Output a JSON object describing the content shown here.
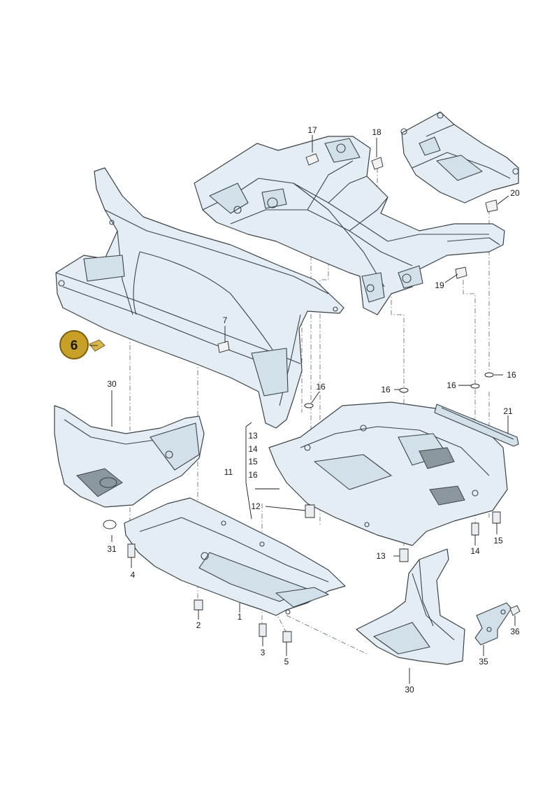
{
  "callouts": {
    "highlighted": "6",
    "labels": [
      "17",
      "18",
      "20",
      "19",
      "7",
      "16",
      "16",
      "16",
      "16",
      "16",
      "21",
      "30",
      "13",
      "14",
      "15",
      "11",
      "16",
      "12",
      "31",
      "4",
      "13",
      "14",
      "15",
      "2",
      "1",
      "3",
      "5",
      "30",
      "35",
      "36"
    ]
  },
  "colors": {
    "part_fill": "#e3edf3",
    "part_shade": "#d2e0e9",
    "outline": "#3a4248",
    "highlight_badge": "#c8a028",
    "highlight_ring": "#7a5f10"
  },
  "icons": {
    "clip": "spring-clip-nut-icon",
    "bolt": "bolt-icon",
    "washer": "washer-icon"
  }
}
